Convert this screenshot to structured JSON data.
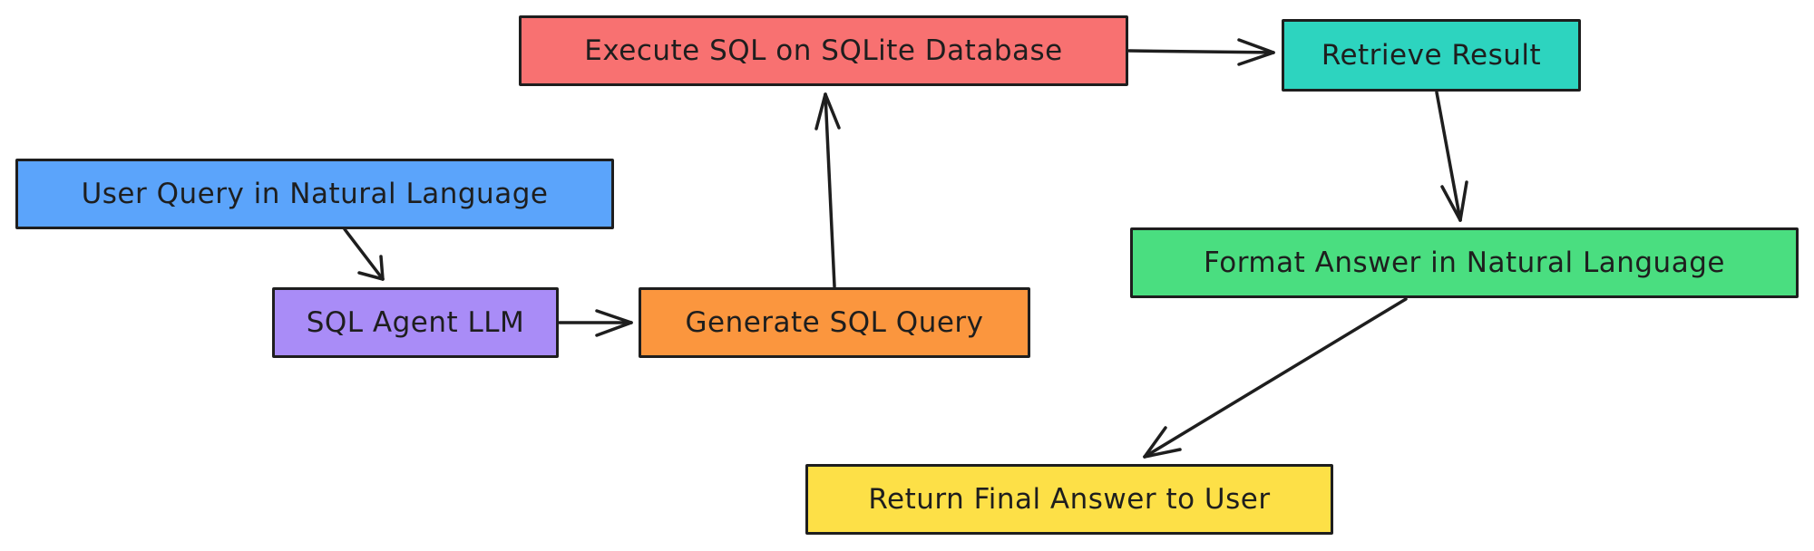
{
  "diagram": {
    "nodes": {
      "user_query": {
        "label": "User Query in Natural Language",
        "color": "#5ba4fb"
      },
      "sql_agent": {
        "label": "SQL Agent LLM",
        "color": "#a98cf7"
      },
      "generate_sql": {
        "label": "Generate SQL Query",
        "color": "#fb963e"
      },
      "execute_sql": {
        "label": "Execute SQL on SQLite Database",
        "color": "#f87171"
      },
      "retrieve": {
        "label": "Retrieve Result",
        "color": "#2dd4bf"
      },
      "format": {
        "label": "Format Answer in Natural Language",
        "color": "#4ade80"
      },
      "final": {
        "label": "Return Final Answer to User",
        "color": "#fde047"
      }
    },
    "edges": [
      {
        "from": "User Query in Natural Language",
        "to": "SQL Agent LLM"
      },
      {
        "from": "SQL Agent LLM",
        "to": "Generate SQL Query"
      },
      {
        "from": "Generate SQL Query",
        "to": "Execute SQL on SQLite Database"
      },
      {
        "from": "Execute SQL on SQLite Database",
        "to": "Retrieve Result"
      },
      {
        "from": "Retrieve Result",
        "to": "Format Answer in Natural Language"
      },
      {
        "from": "Format Answer in Natural Language",
        "to": "Return Final Answer to User"
      }
    ],
    "stroke_color": "#1e1e1e",
    "background": "#ffffff"
  }
}
